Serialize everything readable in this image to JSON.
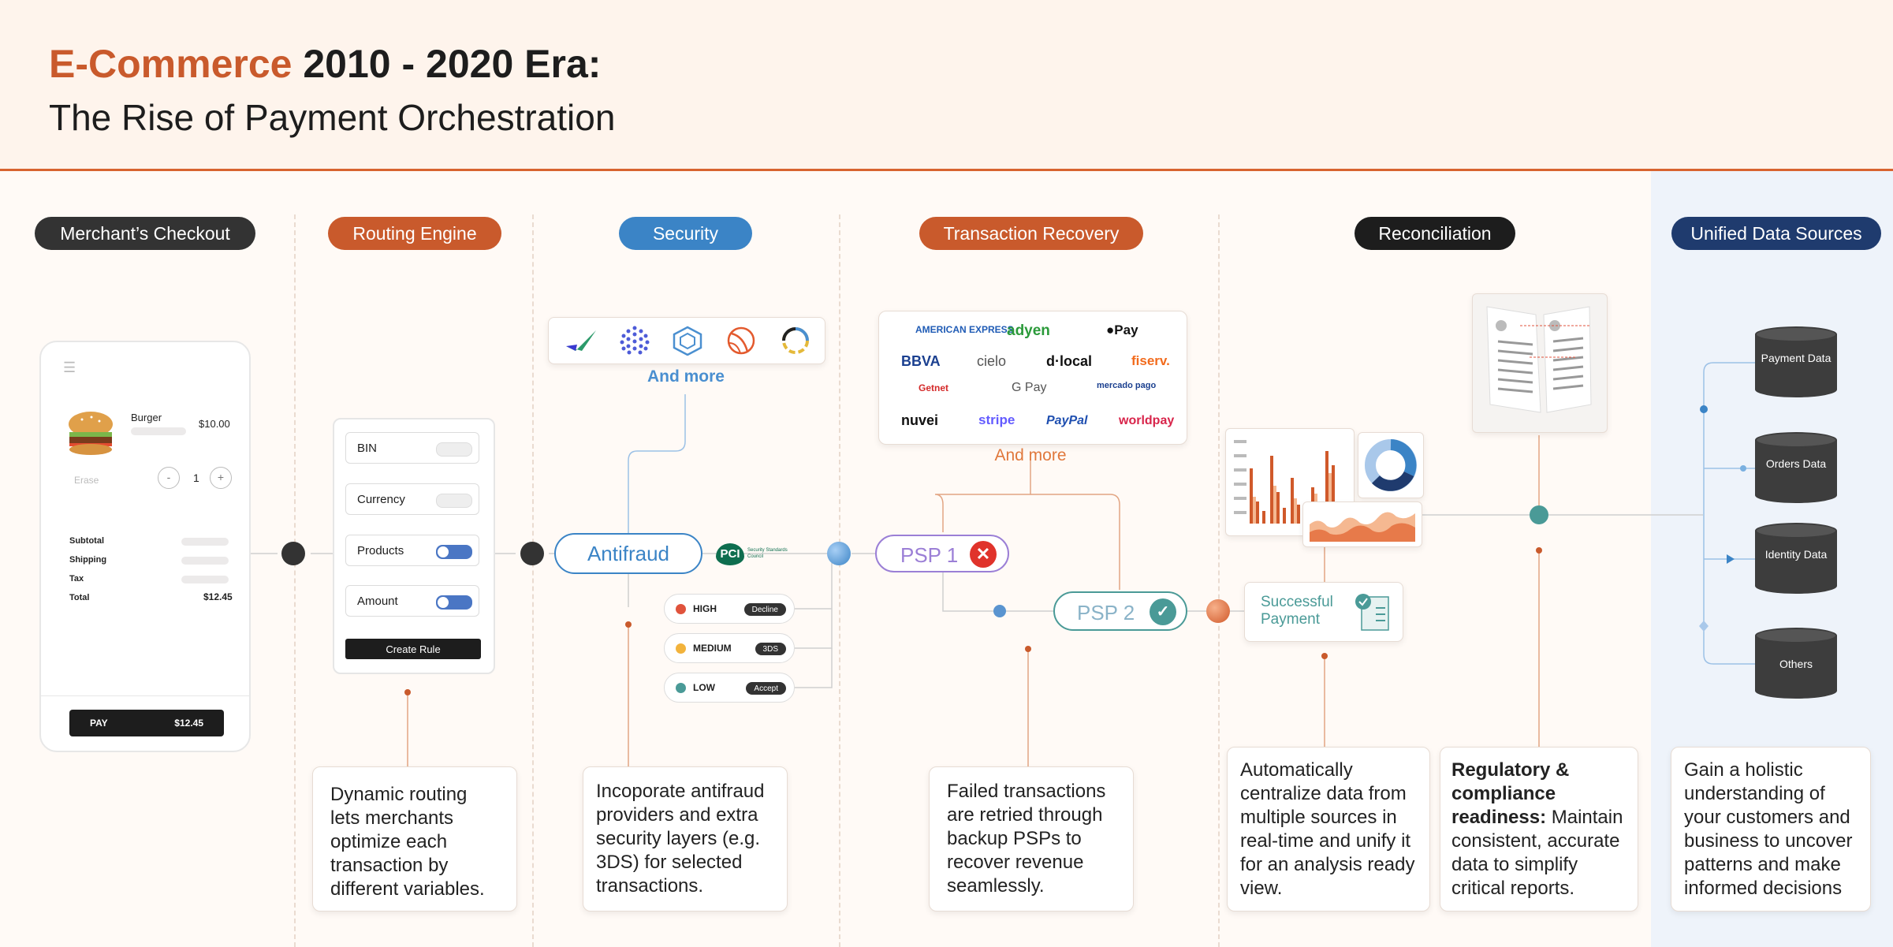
{
  "header": {
    "title_accent": "E-Commerce",
    "title_rest": "2010 - 2020 Era:",
    "subtitle": "The Rise of Payment Orchestration"
  },
  "columns": {
    "checkout": "Merchant’s Checkout",
    "routing": "Routing Engine",
    "security": "Security",
    "recovery": "Transaction Recovery",
    "reconciliation": "Reconciliation",
    "unified": "Unified Data Sources"
  },
  "colors": {
    "accent": "#c95a2c",
    "dark": "#333333",
    "blue": "#3b84c6",
    "navy": "#1f3b6e",
    "purple": "#9b7fd6",
    "teal": "#4a9a97"
  },
  "checkout": {
    "item_name": "Burger",
    "item_price": "$10.00",
    "erase": "Erase",
    "qty": "1",
    "minus": "-",
    "plus": "+",
    "subtotal": "Subtotal",
    "shipping": "Shipping",
    "tax": "Tax",
    "total": "Total",
    "total_value": "$12.45",
    "pay": "PAY",
    "pay_amount": "$12.45",
    "menu_icon": "hamburger-menu-icon"
  },
  "routing": {
    "rules": [
      {
        "label": "BIN",
        "enabled": false
      },
      {
        "label": "Currency",
        "enabled": false
      },
      {
        "label": "Products",
        "enabled": true
      },
      {
        "label": "Amount",
        "enabled": true
      }
    ],
    "create_rule": "Create Rule",
    "description": "Dynamic routing lets merchants optimize each transaction by different variables."
  },
  "security": {
    "and_more": "And more",
    "antifraud": "Antifraud",
    "pci": "PCI",
    "pci_sub": "Security Standards Council",
    "risks": [
      {
        "level": "HIGH",
        "action": "Decline",
        "color": "#e0533c"
      },
      {
        "level": "MEDIUM",
        "action": "3DS",
        "color": "#f2b33c"
      },
      {
        "level": "LOW",
        "action": "Accept",
        "color": "#4a9a97"
      }
    ],
    "description": "Incoporate antifraud providers and extra security layers (e.g. 3DS) for selected transactions."
  },
  "recovery": {
    "logos": [
      "AMERICAN EXPRESS",
      "adyen",
      "Pay",
      "BBVA",
      "cielo",
      "d·local",
      "fiserv.",
      "Getnet",
      "G Pay",
      "mercado pago",
      "nuvei",
      "stripe",
      "PayPal",
      "worldpay"
    ],
    "and_more": "And more",
    "psp1": "PSP 1",
    "psp2": "PSP 2",
    "description": "Failed transactions are retried through backup PSPs to recover revenue seamlessly."
  },
  "reconciliation": {
    "success": "Successful Payment",
    "desc1": "Automatically centralize data from multiple sources in real-time and unify it for an analysis ready view.",
    "desc2_bold": "Regulatory & compliance readiness:",
    "desc2_rest": " Maintain consistent, accurate data to simplify critical reports."
  },
  "unified": {
    "sources": [
      "Payment Data",
      "Orders Data",
      "Identity Data",
      "Others"
    ],
    "description": "Gain a holistic understanding of your customers and business to uncover patterns and make informed decisions"
  }
}
